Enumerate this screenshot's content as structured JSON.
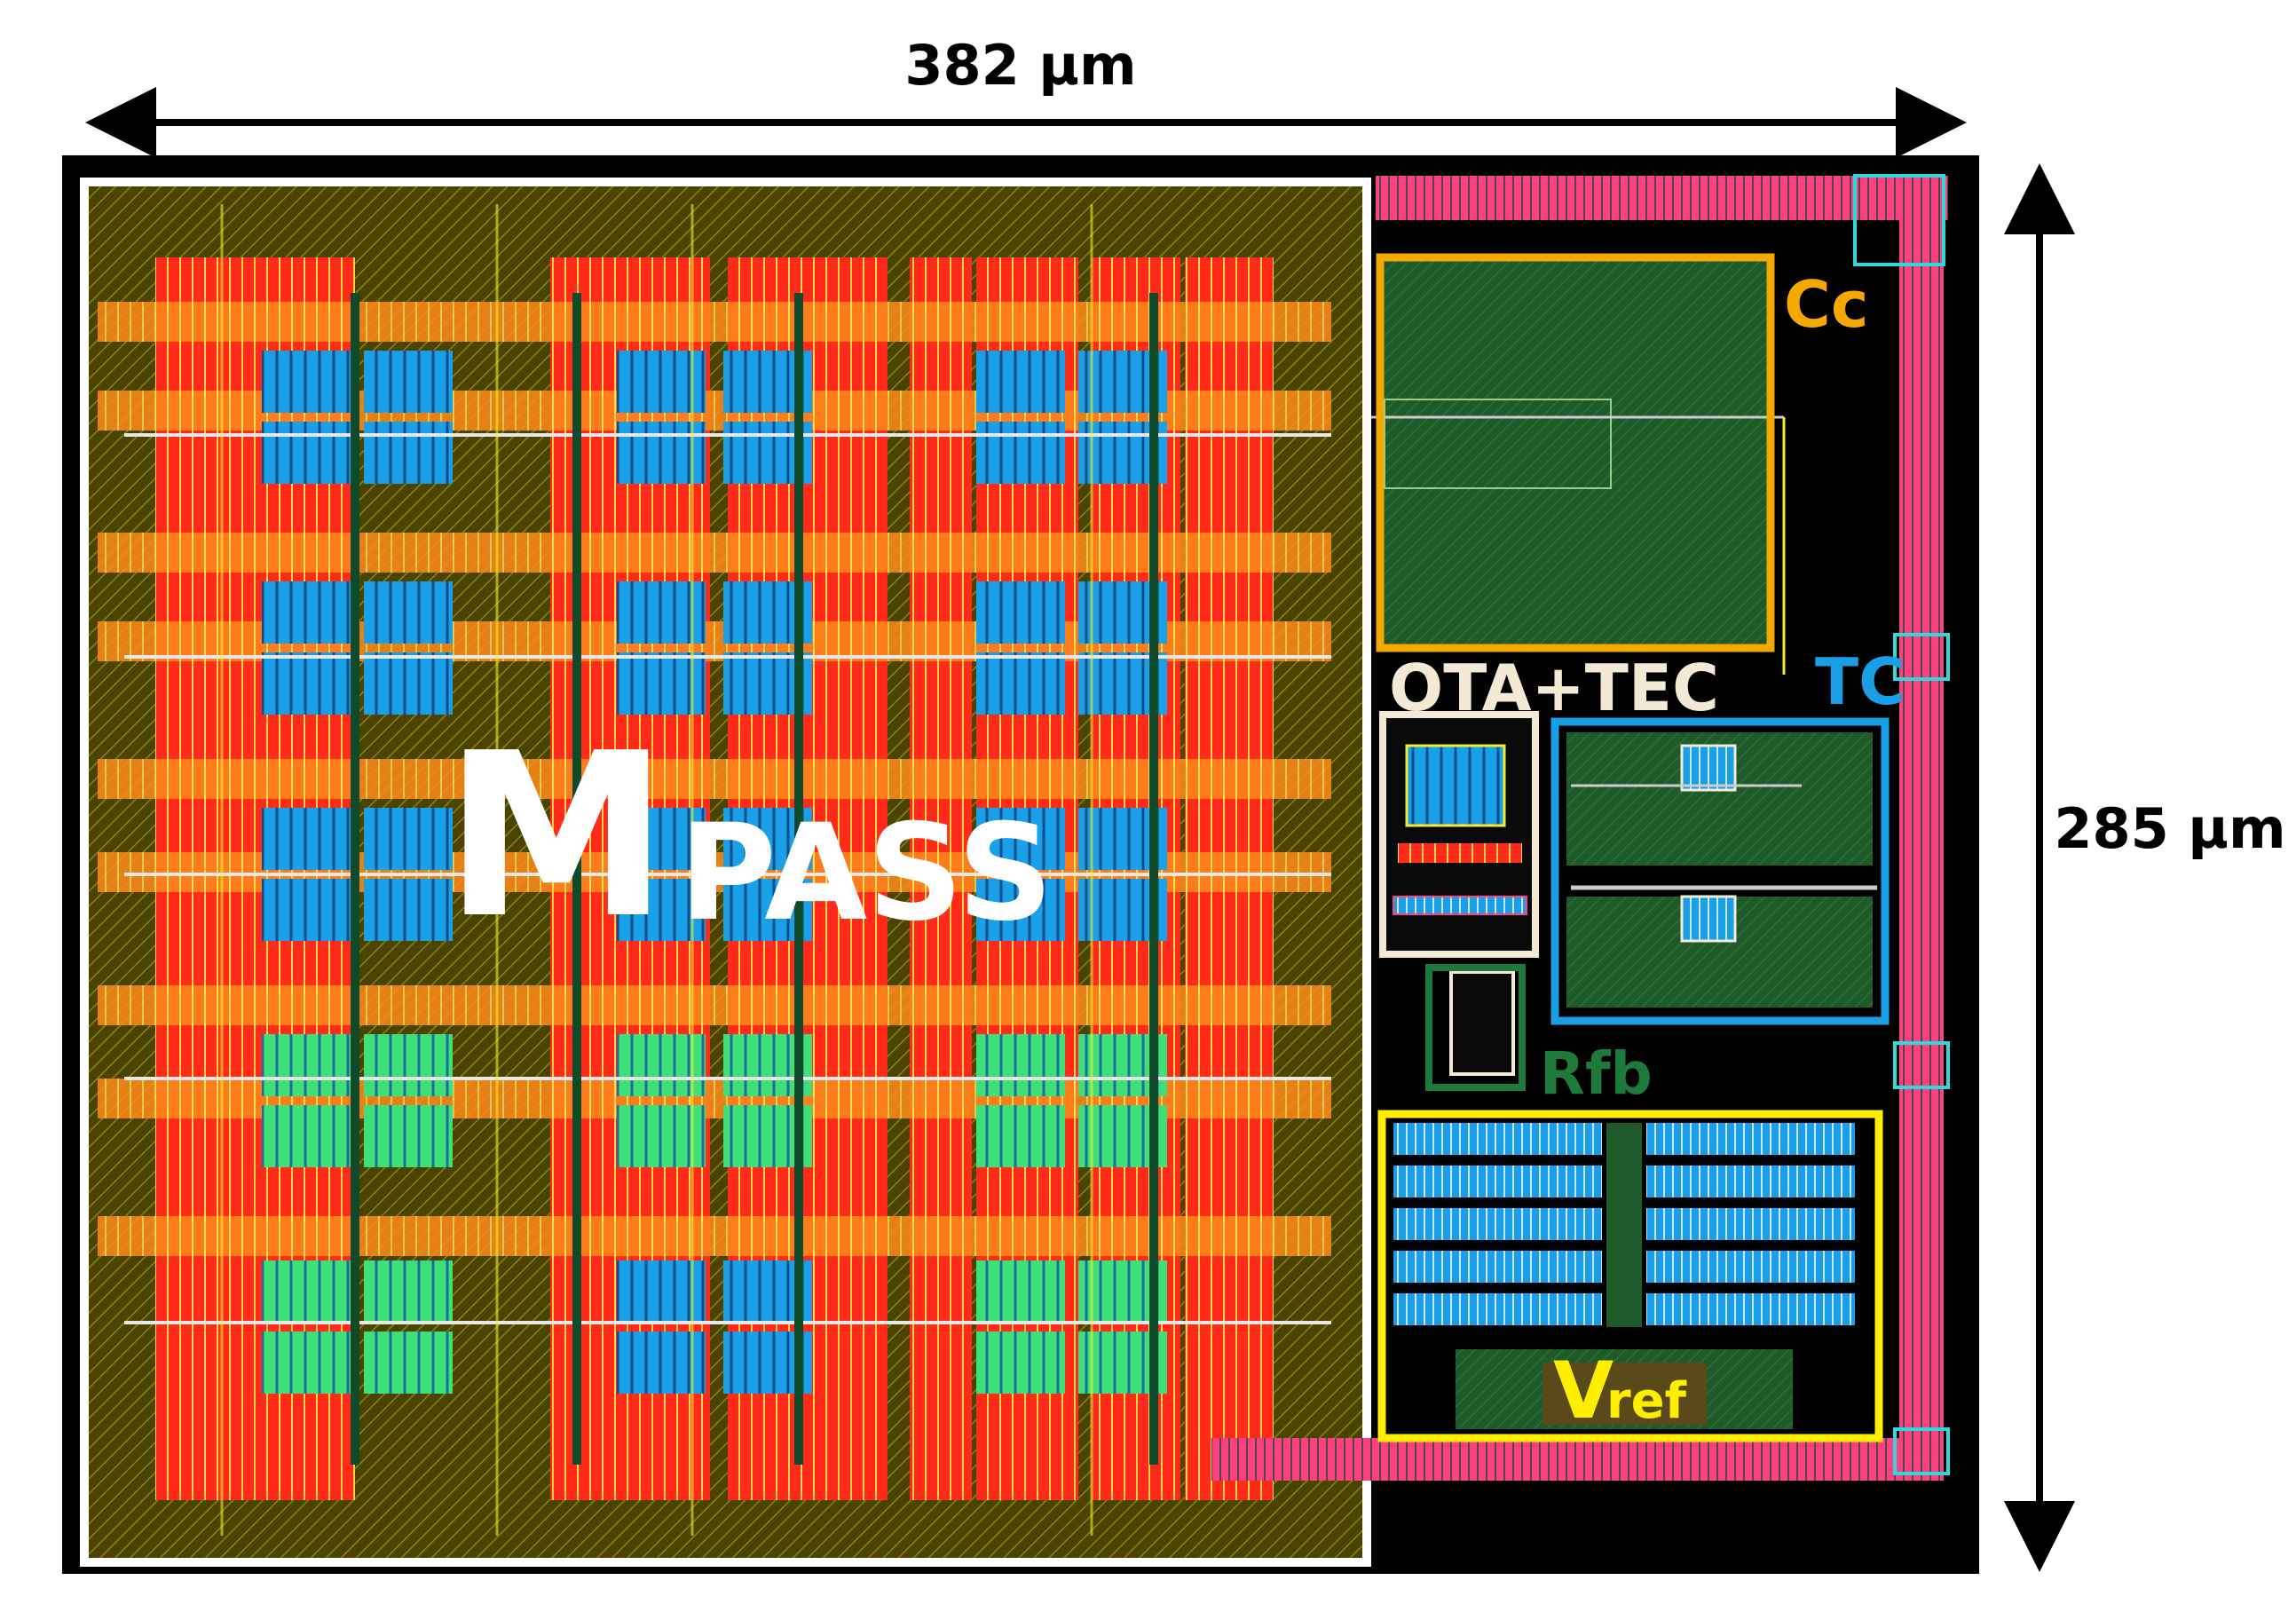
{
  "dimensions": {
    "width_label": "382 µm",
    "height_label": "285 µm"
  },
  "blocks": {
    "mpass": {
      "big_letter": "M",
      "subscript": "PASS"
    },
    "cc": {
      "label": "Cc"
    },
    "ota_tec": {
      "label": "OTA+TEC"
    },
    "tc": {
      "label": "TC"
    },
    "rfb": {
      "label": "Rfb"
    },
    "vref": {
      "big_letter": "V",
      "subscript": "ref"
    }
  },
  "colors": {
    "chip_background": "#000000",
    "metal_red": "#ff2a1a",
    "metal_orange": "#ff8a1a",
    "poly_olive": "#5a5200",
    "wire_yellow": "#f2ee2a",
    "diffusion_blue": "#1aa0e6",
    "diffusion_green": "#3fe07a",
    "dark_green": "#1e5a2a",
    "pink_ring": "#ff3f7f",
    "cyan_ring": "#2ed9d9",
    "mpass_outline": "#ffffff",
    "cc_outline": "#f5a800",
    "ota_outline": "#f3ead5",
    "tc_outline": "#1a9ee6",
    "rfb_outline": "#1d7a3a",
    "vref_outline": "#ffee00"
  }
}
